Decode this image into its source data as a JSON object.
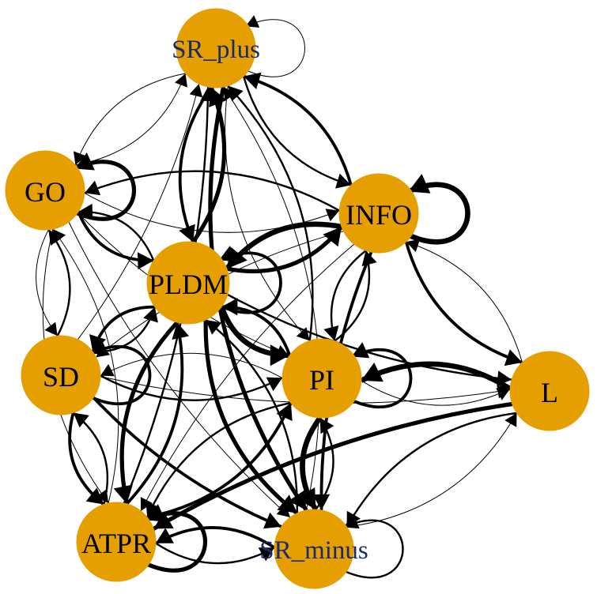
{
  "colors": {
    "node_fill": "#E69F00",
    "edge": "#000000",
    "label": "#000000",
    "background": "#ffffff"
  },
  "nodes": [
    {
      "id": "SR_plus",
      "label": "SR_plus"
    },
    {
      "id": "GO",
      "label": "GO"
    },
    {
      "id": "INFO",
      "label": "INFO"
    },
    {
      "id": "PLDM",
      "label": "PLDM"
    },
    {
      "id": "SD",
      "label": "SD"
    },
    {
      "id": "PI",
      "label": "PI"
    },
    {
      "id": "L",
      "label": "L"
    },
    {
      "id": "ATPR",
      "label": "ATPR"
    },
    {
      "id": "SR_minus",
      "label": "SR_minus"
    }
  ],
  "edges": [
    {
      "from": "SR_plus",
      "to": "SR_plus",
      "weight": 1
    },
    {
      "from": "GO",
      "to": "GO",
      "weight": 4
    },
    {
      "from": "INFO",
      "to": "INFO",
      "weight": 5
    },
    {
      "from": "PLDM",
      "to": "PLDM",
      "weight": 3
    },
    {
      "from": "SD",
      "to": "SD",
      "weight": 3
    },
    {
      "from": "PI",
      "to": "PI",
      "weight": 3
    },
    {
      "from": "ATPR",
      "to": "ATPR",
      "weight": 4
    },
    {
      "from": "SR_minus",
      "to": "SR_minus",
      "weight": 2
    },
    {
      "from": "SR_plus",
      "to": "INFO",
      "weight": 2
    },
    {
      "from": "INFO",
      "to": "SR_plus",
      "weight": 3
    },
    {
      "from": "SR_plus",
      "to": "GO",
      "weight": 1
    },
    {
      "from": "GO",
      "to": "SR_plus",
      "weight": 1
    },
    {
      "from": "SR_plus",
      "to": "PLDM",
      "weight": 3
    },
    {
      "from": "PLDM",
      "to": "SR_plus",
      "weight": 4
    },
    {
      "from": "SD",
      "to": "SR_plus",
      "weight": 1
    },
    {
      "from": "PI",
      "to": "SR_plus",
      "weight": 2
    },
    {
      "from": "SR_plus",
      "to": "PI",
      "weight": 1
    },
    {
      "from": "ATPR",
      "to": "SR_plus",
      "weight": 2
    },
    {
      "from": "SR_minus",
      "to": "SR_plus",
      "weight": 1
    },
    {
      "from": "SR_plus",
      "to": "SR_minus",
      "weight": 4
    },
    {
      "from": "GO",
      "to": "INFO",
      "weight": 1
    },
    {
      "from": "INFO",
      "to": "GO",
      "weight": 2
    },
    {
      "from": "GO",
      "to": "PLDM",
      "weight": 3
    },
    {
      "from": "PLDM",
      "to": "GO",
      "weight": 2
    },
    {
      "from": "GO",
      "to": "SD",
      "weight": 1
    },
    {
      "from": "SD",
      "to": "GO",
      "weight": 2
    },
    {
      "from": "GO",
      "to": "PI",
      "weight": 1
    },
    {
      "from": "GO",
      "to": "ATPR",
      "weight": 1
    },
    {
      "from": "ATPR",
      "to": "GO",
      "weight": 1
    },
    {
      "from": "GO",
      "to": "SR_minus",
      "weight": 1
    },
    {
      "from": "INFO",
      "to": "PLDM",
      "weight": 5
    },
    {
      "from": "PLDM",
      "to": "INFO",
      "weight": 4
    },
    {
      "from": "INFO",
      "to": "L",
      "weight": 3
    },
    {
      "from": "L",
      "to": "INFO",
      "weight": 1
    },
    {
      "from": "INFO",
      "to": "PI",
      "weight": 2
    },
    {
      "from": "PI",
      "to": "INFO",
      "weight": 2
    },
    {
      "from": "INFO",
      "to": "SD",
      "weight": 1
    },
    {
      "from": "INFO",
      "to": "ATPR",
      "weight": 1
    },
    {
      "from": "INFO",
      "to": "SR_minus",
      "weight": 3
    },
    {
      "from": "PLDM",
      "to": "SD",
      "weight": 3
    },
    {
      "from": "SD",
      "to": "PLDM",
      "weight": 2
    },
    {
      "from": "PLDM",
      "to": "PI",
      "weight": 5
    },
    {
      "from": "PI",
      "to": "PLDM",
      "weight": 3
    },
    {
      "from": "PLDM",
      "to": "L",
      "weight": 2
    },
    {
      "from": "PLDM",
      "to": "ATPR",
      "weight": 4
    },
    {
      "from": "ATPR",
      "to": "PLDM",
      "weight": 3
    },
    {
      "from": "PLDM",
      "to": "SR_minus",
      "weight": 4
    },
    {
      "from": "SR_minus",
      "to": "PLDM",
      "weight": 2
    },
    {
      "from": "SD",
      "to": "PI",
      "weight": 2
    },
    {
      "from": "PI",
      "to": "SD",
      "weight": 1
    },
    {
      "from": "SD",
      "to": "ATPR",
      "weight": 3
    },
    {
      "from": "ATPR",
      "to": "SD",
      "weight": 2
    },
    {
      "from": "SD",
      "to": "SR_minus",
      "weight": 3
    },
    {
      "from": "SD",
      "to": "L",
      "weight": 1
    },
    {
      "from": "PI",
      "to": "L",
      "weight": 1
    },
    {
      "from": "L",
      "to": "PI",
      "weight": 5
    },
    {
      "from": "PI",
      "to": "SR_minus",
      "weight": 5
    },
    {
      "from": "SR_minus",
      "to": "PI",
      "weight": 2
    },
    {
      "from": "PI",
      "to": "ATPR",
      "weight": 2
    },
    {
      "from": "ATPR",
      "to": "PI",
      "weight": 3
    },
    {
      "from": "L",
      "to": "SR_minus",
      "weight": 2
    },
    {
      "from": "SR_minus",
      "to": "L",
      "weight": 1
    },
    {
      "from": "L",
      "to": "ATPR",
      "weight": 4
    },
    {
      "from": "ATPR",
      "to": "SR_minus",
      "weight": 2
    },
    {
      "from": "SR_minus",
      "to": "ATPR",
      "weight": 3
    }
  ]
}
